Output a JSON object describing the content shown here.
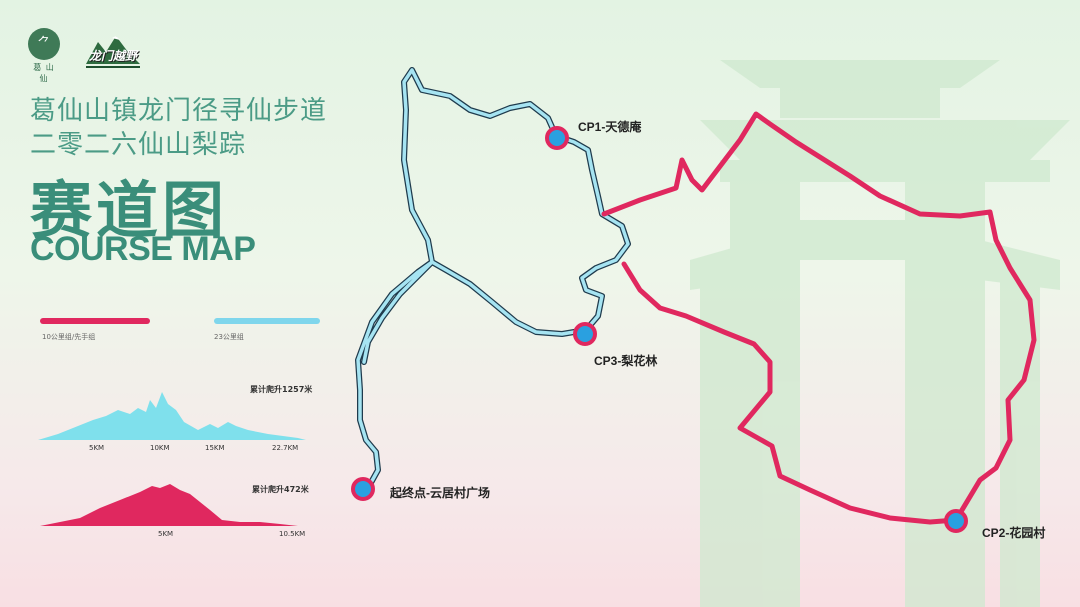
{
  "logo": {
    "badge_glyph": "⺈",
    "caption": "葛 山 仙",
    "brand_text": "龙门越野"
  },
  "title": {
    "line1": "葛仙山镇龙门径寻仙步道",
    "line2": "二零二六仙山梨踪",
    "main": "赛道图",
    "english": "COURSE MAP"
  },
  "legend": {
    "short_route_label": "10公里组/先手组",
    "long_route_label": "23公里组",
    "short_route_color": "#e0285f",
    "long_route_color": "#7fd6ec"
  },
  "elevation": {
    "long": {
      "title": "累计爬升1257米",
      "ticks": [
        "5KM",
        "10KM",
        "15KM",
        "22.7KM"
      ],
      "color": "#7fe0ec"
    },
    "short": {
      "title": "累计爬升472米",
      "ticks": [
        "5KM",
        "10.5KM"
      ],
      "color": "#e0285f"
    }
  },
  "checkpoints": {
    "cp1": "CP1-天德庵",
    "cp2": "CP2-花园村",
    "cp3": "CP3-梨花林",
    "start": "起终点-云居村广场",
    "marker_color": "#2aa0e0"
  }
}
